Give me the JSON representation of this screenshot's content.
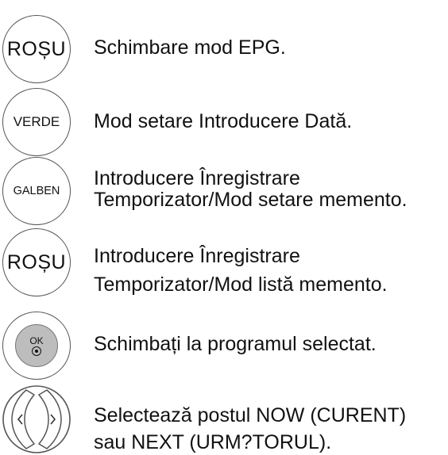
{
  "items": [
    {
      "button": "ROȘU",
      "lines": [
        "Schimbare mod EPG."
      ]
    },
    {
      "button": "VERDE",
      "lines": [
        "Mod setare Introducere Dată."
      ]
    },
    {
      "button": "GALBEN",
      "lines": [
        "Introducere Înregistrare",
        "Temporizator/Mod setare memento."
      ]
    },
    {
      "button": "ROȘU",
      "lines": [
        "Introducere Înregistrare",
        "Temporizator/Mod listă memento."
      ]
    },
    {
      "button": "OK",
      "lines": [
        "Schimbați la programul selectat."
      ]
    },
    {
      "button": "",
      "lines": [
        "Selectează postul NOW (CURENT)",
        "sau NEXT (URM?TORUL)."
      ]
    }
  ],
  "icons": {
    "ok": "ok-select-icon",
    "nav": "left-right-arrows-icon"
  }
}
